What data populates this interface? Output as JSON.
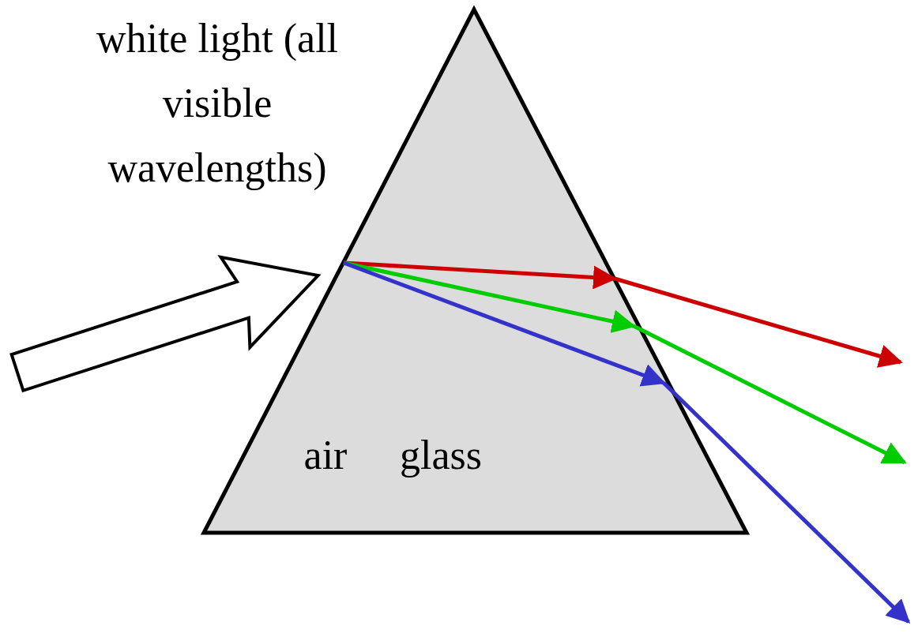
{
  "diagram": {
    "labels": [
      "white light (all visible wavelengths)",
      "air",
      "glass"
    ]
  }
}
